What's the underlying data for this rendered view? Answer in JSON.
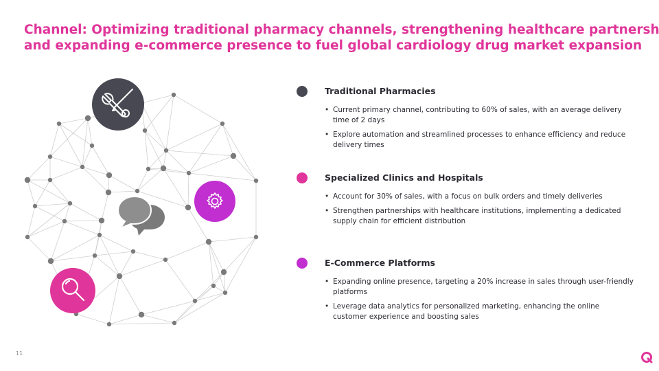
{
  "colors": {
    "title": "#e0359a",
    "dark": "#474852",
    "pink": "#e0359a",
    "purple": "#c12fd0",
    "node": "#7a7a7a",
    "line": "#cfcfcf"
  },
  "title": {
    "line1": "Channel: Optimizing traditional pharmacy channels, strengthening healthcare partnerships,",
    "line2": "and expanding e-commerce presence to fuel global cardiology drug market expansion"
  },
  "icons": {
    "tools": "tools-icon",
    "gear": "gear-icon",
    "chat": "chat-bubbles-icon",
    "search": "magnifier-icon"
  },
  "sections": [
    {
      "heading": "Traditional Pharmacies",
      "bullets": [
        "Current primary channel, contributing to 60% of sales, with an average delivery time of 2 days",
        "Explore automation and streamlined processes to enhance efficiency and reduce delivery times"
      ]
    },
    {
      "heading": "Specialized Clinics and Hospitals",
      "bullets": [
        "Account for 30% of sales, with a focus on bulk orders and timely deliveries",
        "Strengthen partnerships with healthcare institutions, implementing a dedicated supply chain for efficient distribution"
      ]
    },
    {
      "heading": "E-Commerce Platforms",
      "bullets": [
        "Expanding online presence, targeting a 20% increase in sales through user-friendly platforms",
        "Leverage data analytics for personalized marketing, enhancing the online customer experience and boosting sales"
      ]
    }
  ],
  "footer": {
    "page_number": "11"
  }
}
